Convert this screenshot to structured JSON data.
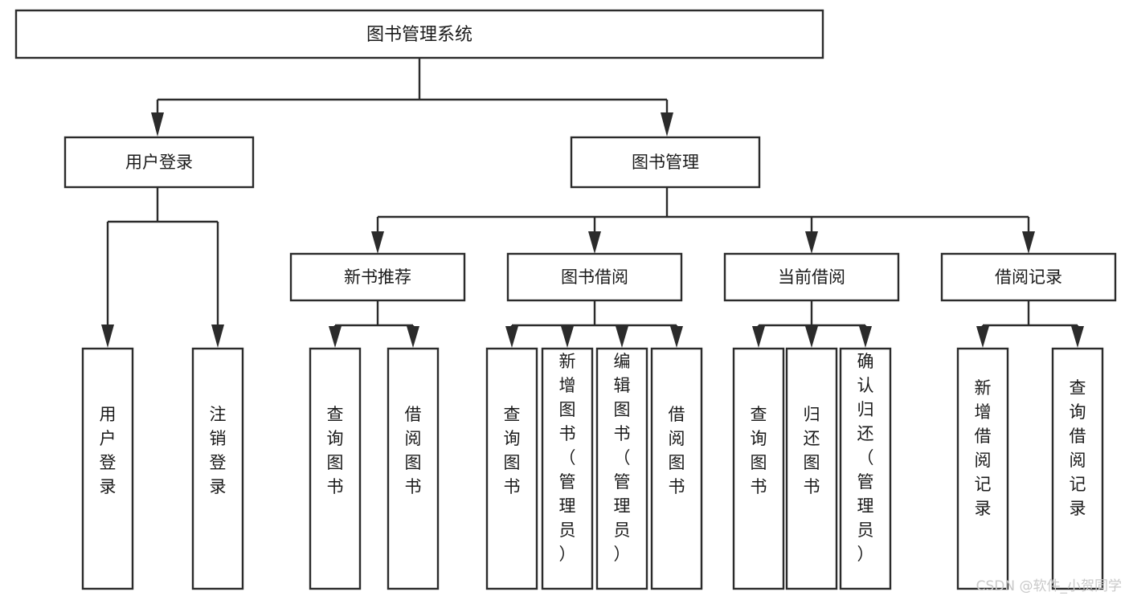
{
  "diagram": {
    "type": "tree",
    "title_node": "图书管理系统",
    "levels": {
      "root": {
        "label": "图书管理系统"
      },
      "level1": [
        {
          "id": "user-login",
          "label": "用户登录"
        },
        {
          "id": "book-management",
          "label": "图书管理"
        }
      ],
      "level2": [
        {
          "id": "new-book-recommend",
          "label": "新书推荐",
          "parent": "book-management"
        },
        {
          "id": "book-borrow",
          "label": "图书借阅",
          "parent": "book-management"
        },
        {
          "id": "current-borrow",
          "label": "当前借阅",
          "parent": "book-management"
        },
        {
          "id": "borrow-record",
          "label": "借阅记录",
          "parent": "book-management"
        }
      ],
      "leaves": [
        {
          "id": "leaf-user-login",
          "label": "用户登录",
          "parent": "user-login"
        },
        {
          "id": "leaf-logout-login",
          "label": "注销登录",
          "parent": "user-login"
        },
        {
          "id": "leaf-query-book-1",
          "label": "查询图书",
          "parent": "new-book-recommend"
        },
        {
          "id": "leaf-borrow-book-1",
          "label": "借阅图书",
          "parent": "new-book-recommend"
        },
        {
          "id": "leaf-query-book-2",
          "label": "查询图书",
          "parent": "book-borrow"
        },
        {
          "id": "leaf-add-book",
          "label": "新增图书（管理员）",
          "parent": "book-borrow"
        },
        {
          "id": "leaf-edit-book",
          "label": "编辑图书（管理员）",
          "parent": "book-borrow"
        },
        {
          "id": "leaf-borrow-book-2",
          "label": "借阅图书",
          "parent": "book-borrow"
        },
        {
          "id": "leaf-query-book-3",
          "label": "查询图书",
          "parent": "current-borrow"
        },
        {
          "id": "leaf-return-book",
          "label": "归还图书",
          "parent": "current-borrow"
        },
        {
          "id": "leaf-confirm-return",
          "label": "确认归还（管理员）",
          "parent": "current-borrow"
        },
        {
          "id": "leaf-add-record",
          "label": "新增借阅记录",
          "parent": "borrow-record"
        },
        {
          "id": "leaf-query-record",
          "label": "查询借阅记录",
          "parent": "borrow-record"
        }
      ]
    },
    "colors": {
      "box_stroke": "#2b2b2b",
      "box_fill": "#ffffff",
      "text": "#1a1a1a",
      "connector": "#2b2b2b",
      "watermark": "#c9c9c9",
      "background": "#ffffff"
    }
  },
  "watermark": {
    "text": "CSDN @软件_小贺同学"
  }
}
